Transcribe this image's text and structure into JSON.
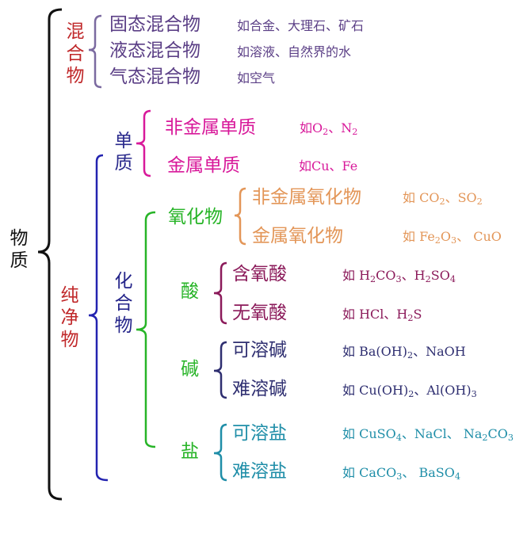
{
  "root": "物质",
  "mixture": {
    "label": "混合物",
    "items": [
      {
        "name": "固态混合物",
        "example": "如合金、大理石、矿石"
      },
      {
        "name": "液态混合物",
        "example": "如溶液、自然界的水"
      },
      {
        "name": "气态混合物",
        "example": "如空气"
      }
    ]
  },
  "pure": {
    "label": "纯净物",
    "elemental": {
      "label": "单质",
      "items": [
        {
          "name": "非金属单质",
          "example": [
            {
              "t": "如O"
            },
            {
              "sub": "2"
            },
            {
              "t": "、N"
            },
            {
              "sub": "2"
            }
          ]
        },
        {
          "name": "金属单质",
          "example": [
            {
              "t": "如Cu、Fe"
            }
          ]
        }
      ]
    },
    "compound": {
      "label": "化合物",
      "oxide": {
        "label": "氧化物",
        "items": [
          {
            "name": "非金属氧化物",
            "example": [
              {
                "t": "如 CO"
              },
              {
                "sub": "2"
              },
              {
                "t": "、SO"
              },
              {
                "sub": "2"
              }
            ]
          },
          {
            "name": "金属氧化物",
            "example": [
              {
                "t": "如 Fe"
              },
              {
                "sub": "2"
              },
              {
                "t": "O"
              },
              {
                "sub": "3"
              },
              {
                "t": "、 CuO"
              }
            ]
          }
        ]
      },
      "acid": {
        "label": "酸",
        "items": [
          {
            "name": "含氧酸",
            "example": [
              {
                "t": "如 H"
              },
              {
                "sub": "2"
              },
              {
                "t": "CO"
              },
              {
                "sub": "3"
              },
              {
                "t": "、H"
              },
              {
                "sub": "2"
              },
              {
                "t": "SO"
              },
              {
                "sub": "4"
              }
            ]
          },
          {
            "name": "无氧酸",
            "example": [
              {
                "t": "如  HCl、H"
              },
              {
                "sub": "2"
              },
              {
                "t": "S"
              }
            ]
          }
        ]
      },
      "base": {
        "label": "碱",
        "items": [
          {
            "name": "可溶碱",
            "example": [
              {
                "t": "如 Ba(OH)"
              },
              {
                "sub": "2"
              },
              {
                "t": "、NaOH"
              }
            ]
          },
          {
            "name": "难溶碱",
            "example": [
              {
                "t": "如  Cu(OH)"
              },
              {
                "sub": "2"
              },
              {
                "t": "、Al(OH)"
              },
              {
                "sub": "3"
              }
            ]
          }
        ]
      },
      "salt": {
        "label": "盐",
        "items": [
          {
            "name": "可溶盐",
            "example": [
              {
                "t": "如 CuSO"
              },
              {
                "sub": "4"
              },
              {
                "t": "、NaCl、  Na"
              },
              {
                "sub": "2"
              },
              {
                "t": "CO"
              },
              {
                "sub": "3"
              }
            ]
          },
          {
            "name": "难溶盐",
            "example": [
              {
                "t": "如  CaCO"
              },
              {
                "sub": "3"
              },
              {
                "t": "、 BaSO"
              },
              {
                "sub": "4"
              }
            ]
          }
        ]
      }
    }
  },
  "colors": {
    "black": "#111111",
    "mixture_label": "#c0282a",
    "mixture_items": "#5b3f86",
    "mixture_bracket": "#7b6aa0",
    "pure_label": "#c0282a",
    "elemental_label": "#2a2a8c",
    "elemental_items": "#d8199a",
    "compound_label": "#25258a",
    "compound_bracket": "#2323b0",
    "green": "#27b427",
    "oxide_items": "#e39658",
    "acid_items": "#8b1a5a",
    "base_items": "#2e2e70",
    "salt_items": "#1f8ea8"
  }
}
